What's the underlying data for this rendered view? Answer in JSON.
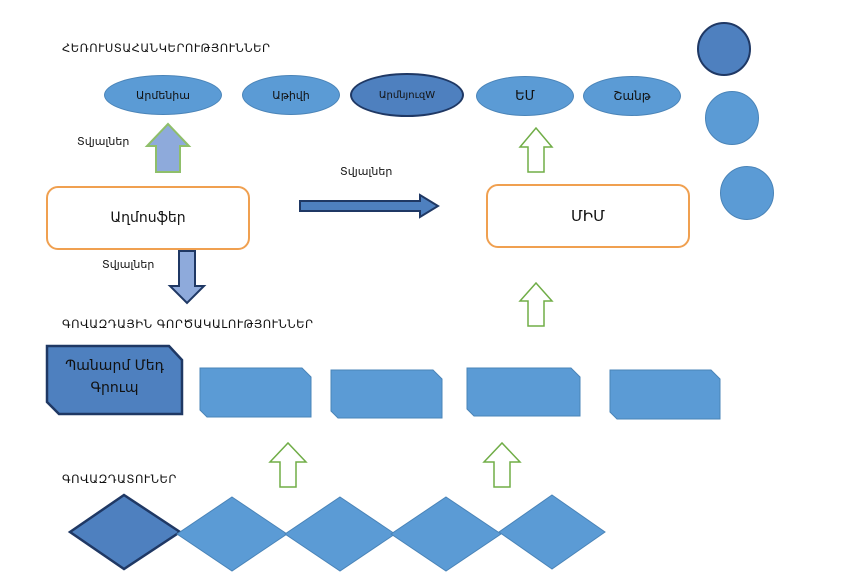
{
  "headings": {
    "characteristics": "ՀԵՌՈՒՍՏԱՀԱՆԿԵՐՈՒԹՅՈՒՆՆԵՐ",
    "services": "ԳՈՎԱԶԴԱՅԻՆ ԳՈՐԾԱԿԱԼՈՒԹՅՈՒՆՆԵՐ",
    "advertisers": "ԳՈՎԱԶԴԱՏՈՒՆԵՐ"
  },
  "channels": [
    "Արմենիա",
    "Աթիվի",
    "ԱրմնյուզW",
    "ԵՄ",
    "Շանթ"
  ],
  "boxes": {
    "atmosphere": "Աղմոսֆեր",
    "mis": "ՄԻՄ"
  },
  "labels": {
    "data_up": "Տվյալներ",
    "data_right": "Տվյալներ",
    "data_down": "Տվյալներ"
  },
  "agency": {
    "line1": "Պանարմ Մեդ",
    "line2": "Գրուպ"
  },
  "colors": {
    "shape_fill": "#5b9bd5",
    "shape_selected": "#4e80bf",
    "dark_border": "#1f3864",
    "orange_border": "#f0a050",
    "green_outline": "#70ad47"
  }
}
